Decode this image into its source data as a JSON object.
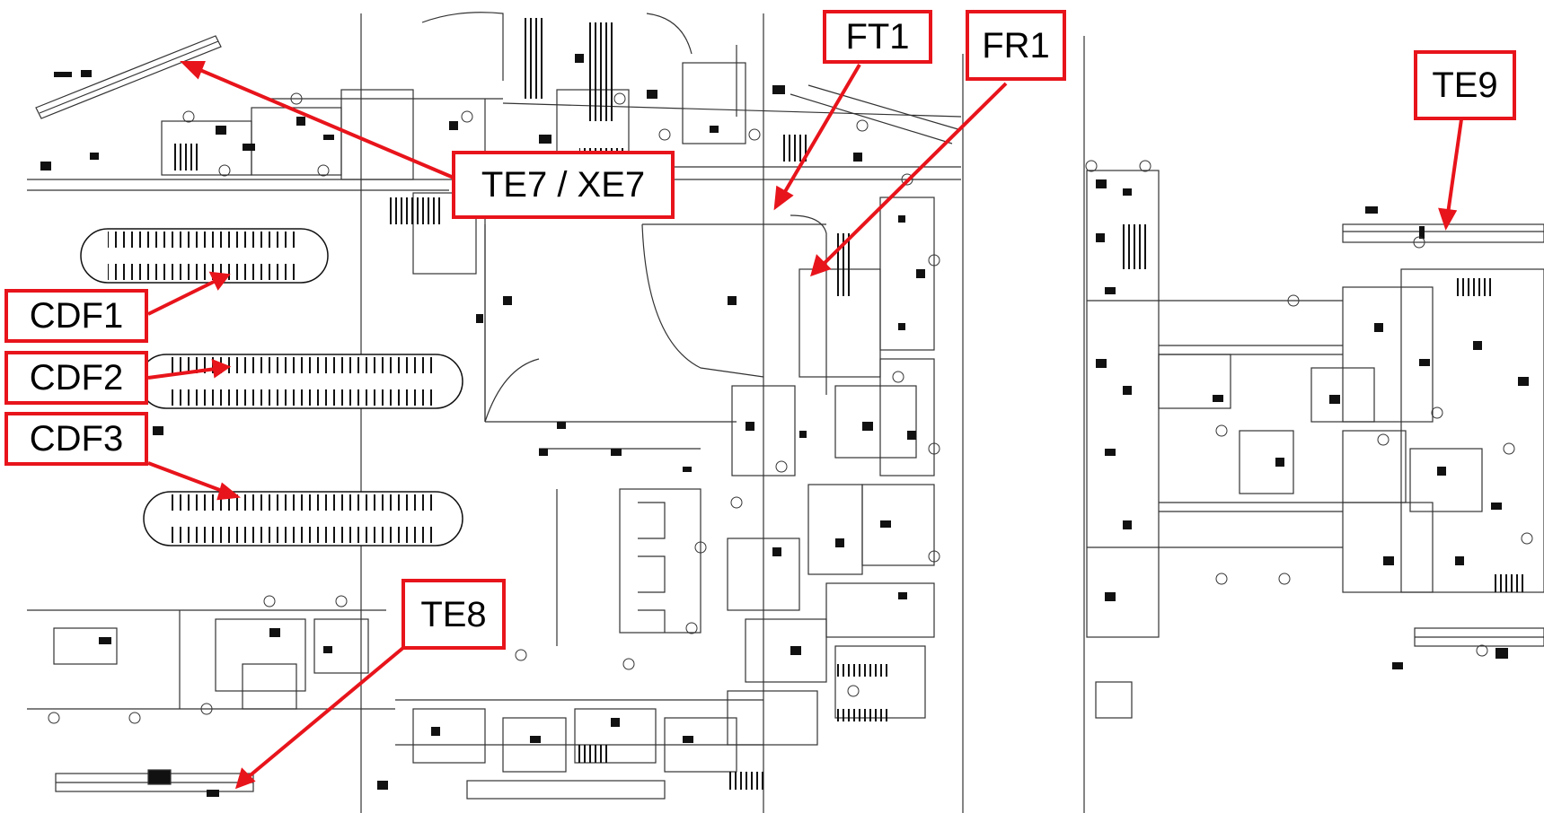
{
  "callouts": {
    "te7": "TE7 / XE7",
    "ft1": "FT1",
    "fr1": "FR1",
    "te9": "TE9",
    "cdf1": "CDF1",
    "cdf2": "CDF2",
    "cdf3": "CDF3",
    "te8": "TE8"
  },
  "colors": {
    "callout": "#e8141b",
    "linework": "#333333",
    "background": "#ffffff"
  }
}
